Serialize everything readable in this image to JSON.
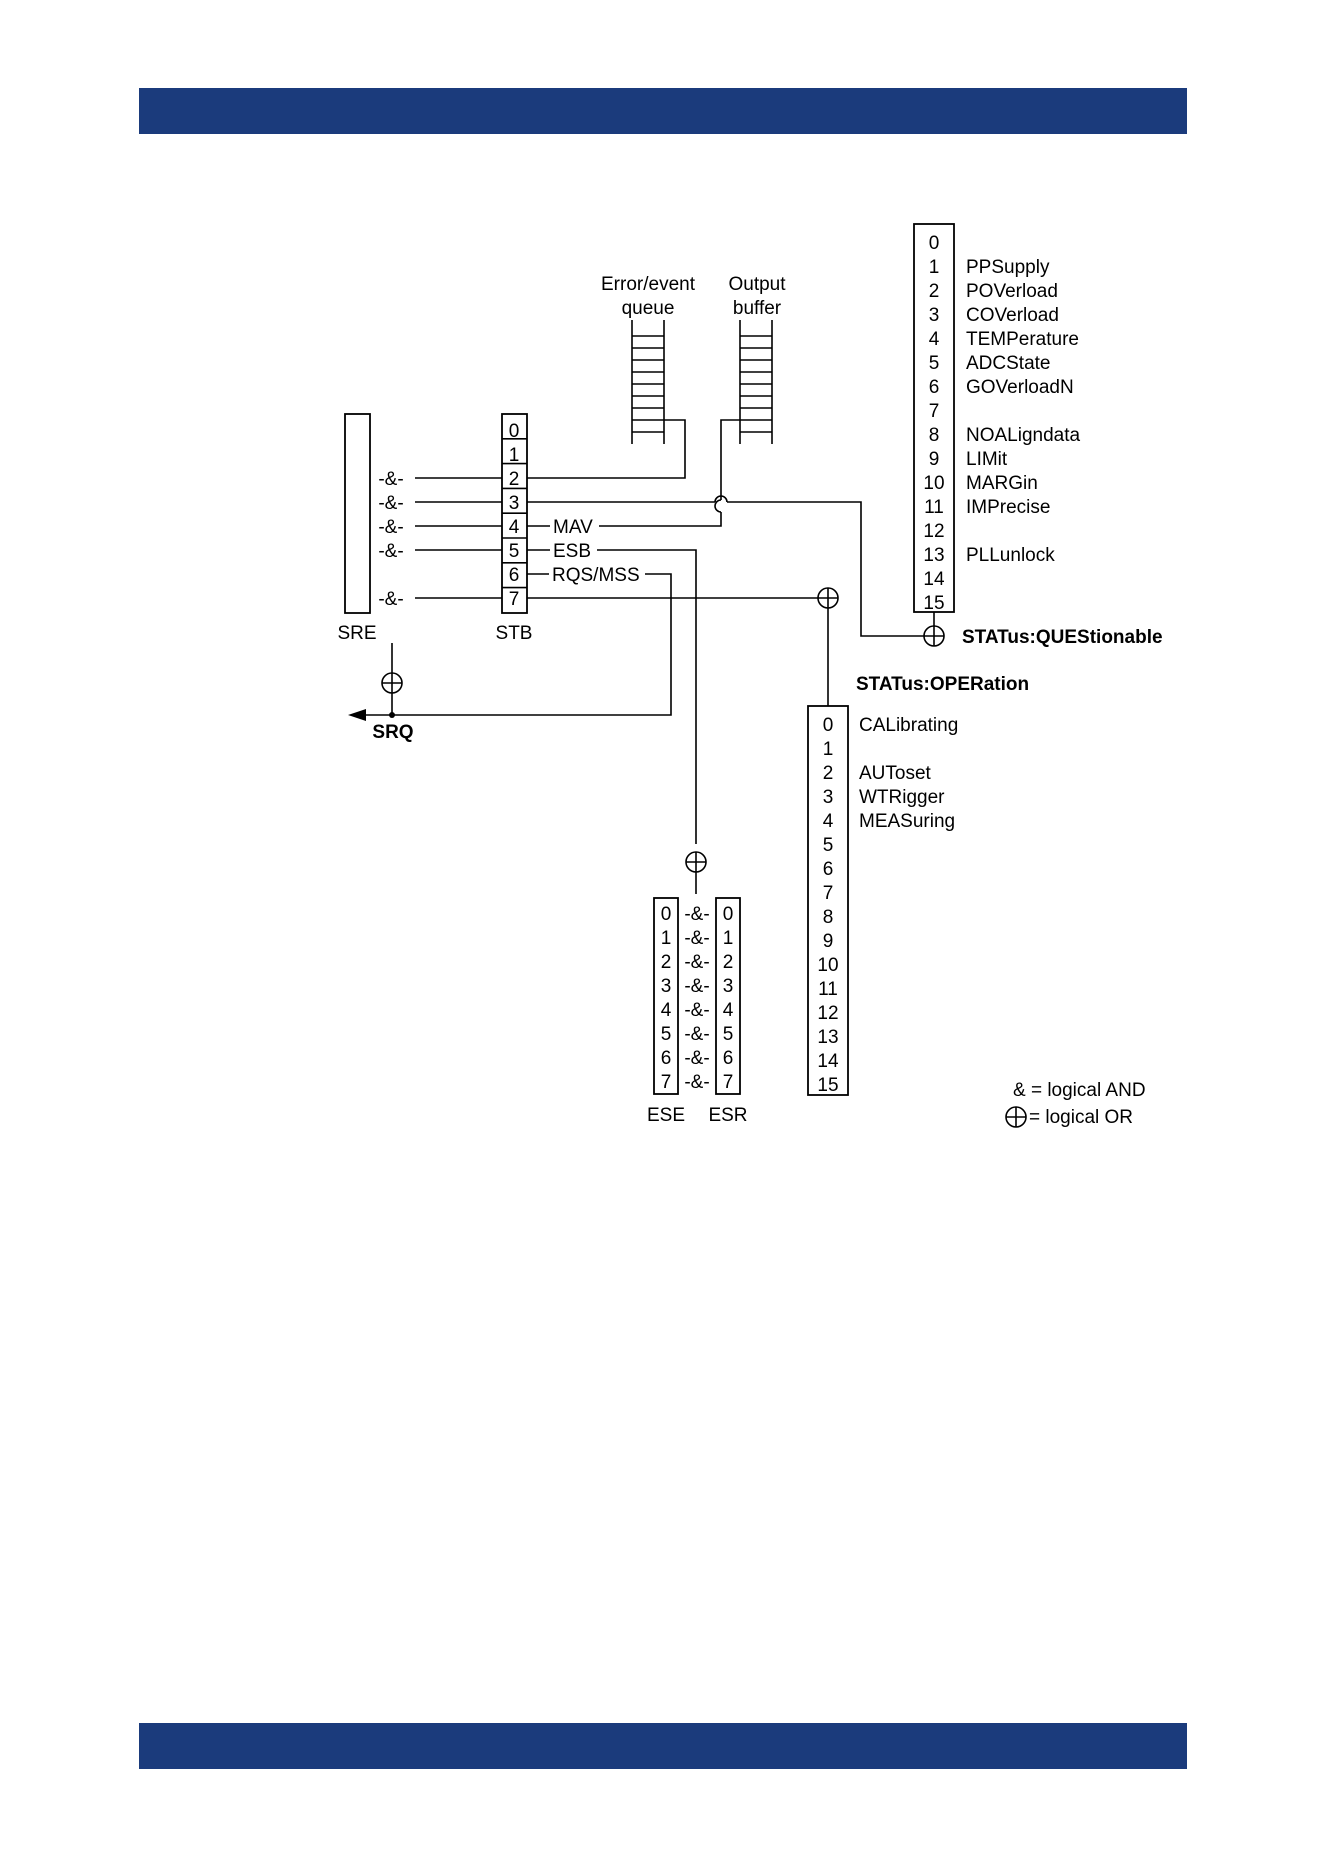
{
  "colors": {
    "band": "#1b3b7c",
    "line": "#000000",
    "background": "#ffffff"
  },
  "queues": {
    "error_event_line1": "Error/event",
    "error_event_line2": "queue",
    "output_line1": "Output",
    "output_line2": "buffer"
  },
  "sre": {
    "label": "SRE",
    "and_marks": [
      "-&-",
      "-&-",
      "-&-",
      "-&-",
      "-&-"
    ]
  },
  "stb": {
    "label": "STB",
    "bits": [
      "0",
      "1",
      "2",
      "3",
      "4",
      "5",
      "6",
      "7"
    ],
    "mav": "MAV",
    "esb": "ESB",
    "rqs_mss": "RQS/MSS"
  },
  "srq": {
    "label": "SRQ"
  },
  "questionable": {
    "title": "STATus:QUEStionable",
    "bits": [
      "0",
      "1",
      "2",
      "3",
      "4",
      "5",
      "6",
      "7",
      "8",
      "9",
      "10",
      "11",
      "12",
      "13",
      "14",
      "15"
    ],
    "names": [
      "",
      "PPSupply",
      "POVerload",
      "COVerload",
      "TEMPerature",
      "ADCState",
      "GOVerloadN",
      "",
      "NOALigndata",
      "LIMit",
      "MARGin",
      "IMPrecise",
      "",
      "PLLunlock",
      "",
      ""
    ]
  },
  "operation": {
    "title": "STATus:OPERation",
    "bits": [
      "0",
      "1",
      "2",
      "3",
      "4",
      "5",
      "6",
      "7",
      "8",
      "9",
      "10",
      "11",
      "12",
      "13",
      "14",
      "15"
    ],
    "names": [
      "CALibrating",
      "",
      "AUToset",
      "WTRigger",
      "MEASuring",
      "",
      "",
      "",
      "",
      "",
      "",
      "",
      "",
      "",
      "",
      ""
    ]
  },
  "ese": {
    "label": "ESE",
    "bits": [
      "0",
      "1",
      "2",
      "3",
      "4",
      "5",
      "6",
      "7"
    ]
  },
  "esr": {
    "label": "ESR",
    "bits": [
      "0",
      "1",
      "2",
      "3",
      "4",
      "5",
      "6",
      "7"
    ]
  },
  "ese_esr_and_marks": [
    "-&-",
    "-&-",
    "-&-",
    "-&-",
    "-&-",
    "-&-",
    "-&-",
    "-&-"
  ],
  "legend": {
    "and_text": "& = logical AND",
    "or_text": "= logical OR"
  }
}
